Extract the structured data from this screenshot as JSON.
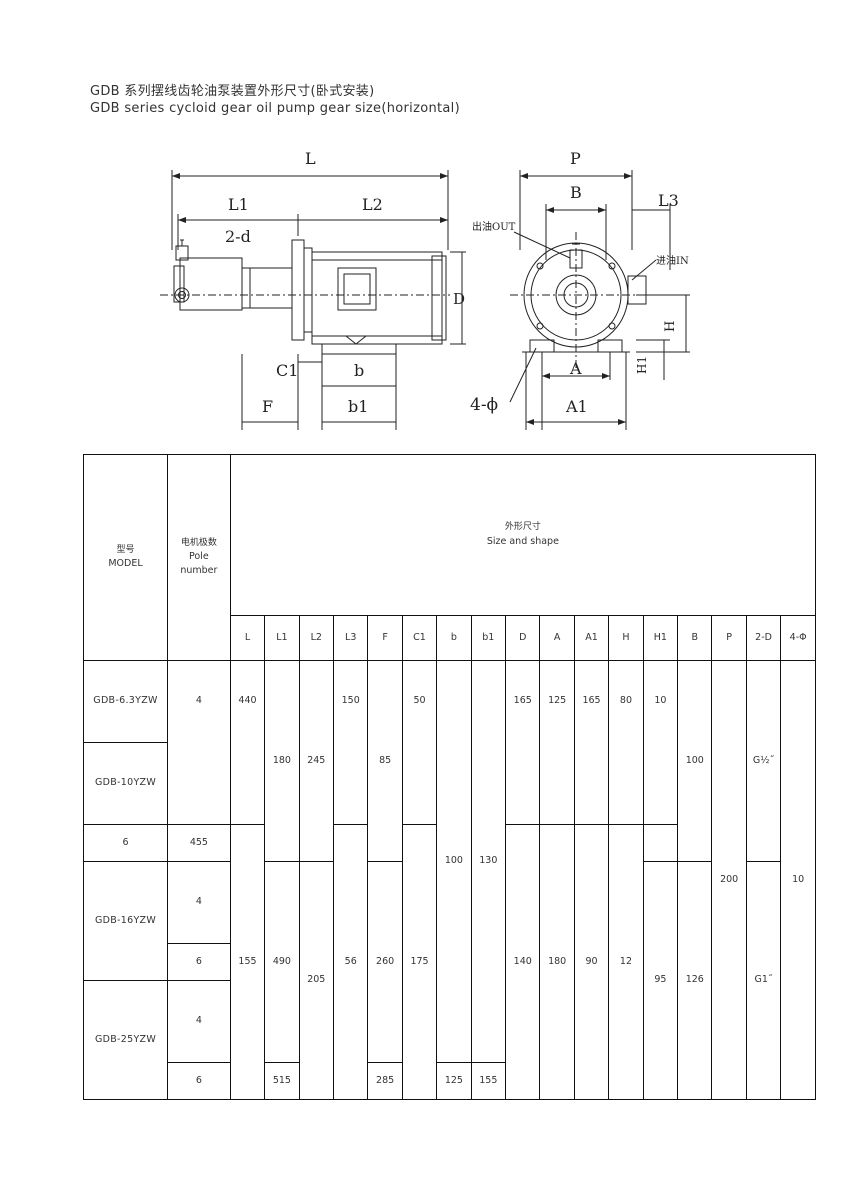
{
  "title_cn": "GDB 系列摆线齿轮油泵装置外形尺寸(卧式安装)",
  "title_en": "GDB series cycloid gear oil pump gear size(horizontal)",
  "drawing": {
    "L": "L",
    "L1": "L1",
    "L2": "L2",
    "d2": "2-d",
    "D": "D",
    "C1": "C1",
    "b": "b",
    "F": "F",
    "b1": "b1",
    "P": "P",
    "B": "B",
    "L3": "L3",
    "out": "出油OUT",
    "in": "进油IN",
    "H": "H",
    "H1": "H1",
    "A": "A",
    "A1": "A1",
    "phi4": "4-ϕ"
  },
  "table": {
    "model_cn": "型号",
    "model_en": "MODEL",
    "pole_cn": "电机极数",
    "pole_en1": "Pole",
    "pole_en2": "number",
    "size_cn": "外形尺寸",
    "size_en": "Size and shape",
    "columns": [
      "L",
      "L1",
      "L2",
      "L3",
      "F",
      "C1",
      "b",
      "b1",
      "D",
      "A",
      "A1",
      "H",
      "H1",
      "B",
      "P",
      "2-D",
      "4-Φ"
    ],
    "models": [
      "GDB-6.3YZW",
      "GDB-10YZW",
      "GDB-16YZW",
      "GDB-25YZW"
    ],
    "poles": [
      "4",
      "6",
      "4",
      "6",
      "4",
      "6"
    ],
    "L": [
      "440",
      "455",
      "490",
      "515"
    ],
    "L1": [
      "180",
      "205"
    ],
    "L2": [
      "245",
      "260",
      "285"
    ],
    "L3": [
      "150",
      "155"
    ],
    "F": [
      "85",
      "95"
    ],
    "C1": [
      "50",
      "56"
    ],
    "b": [
      "100",
      "125"
    ],
    "b1": [
      "130",
      "155"
    ],
    "D": [
      "165",
      "175"
    ],
    "A": [
      "125",
      "140"
    ],
    "A1": [
      "165",
      "180"
    ],
    "H": [
      "80",
      "90"
    ],
    "H1": [
      "10",
      "12"
    ],
    "B": [
      "100",
      "126"
    ],
    "P": "200",
    "D2": [
      "G½˝",
      "G1˝"
    ],
    "phi": "10"
  }
}
